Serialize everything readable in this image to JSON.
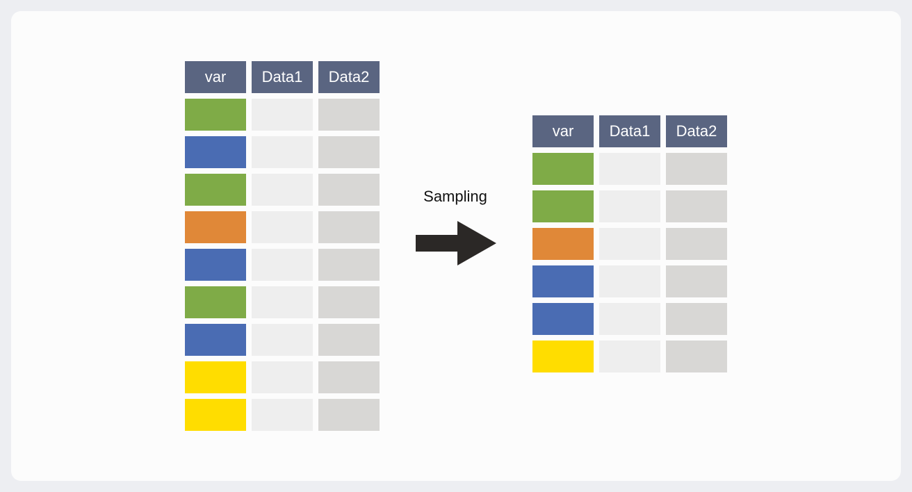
{
  "headers": [
    "var",
    "Data1",
    "Data2"
  ],
  "arrow_label": "Sampling",
  "colors": {
    "green": "#7fab47",
    "blue": "#4a6cb3",
    "orange": "#e08838",
    "yellow": "#ffdd00",
    "header": "#5a6581",
    "data1": "#eeeeee",
    "data2": "#d8d7d5",
    "arrow": "#2b2826"
  },
  "original_rows": [
    "green",
    "blue",
    "green",
    "orange",
    "blue",
    "green",
    "blue",
    "yellow",
    "yellow"
  ],
  "sampled_rows": [
    "green",
    "green",
    "orange",
    "blue",
    "blue",
    "yellow"
  ]
}
